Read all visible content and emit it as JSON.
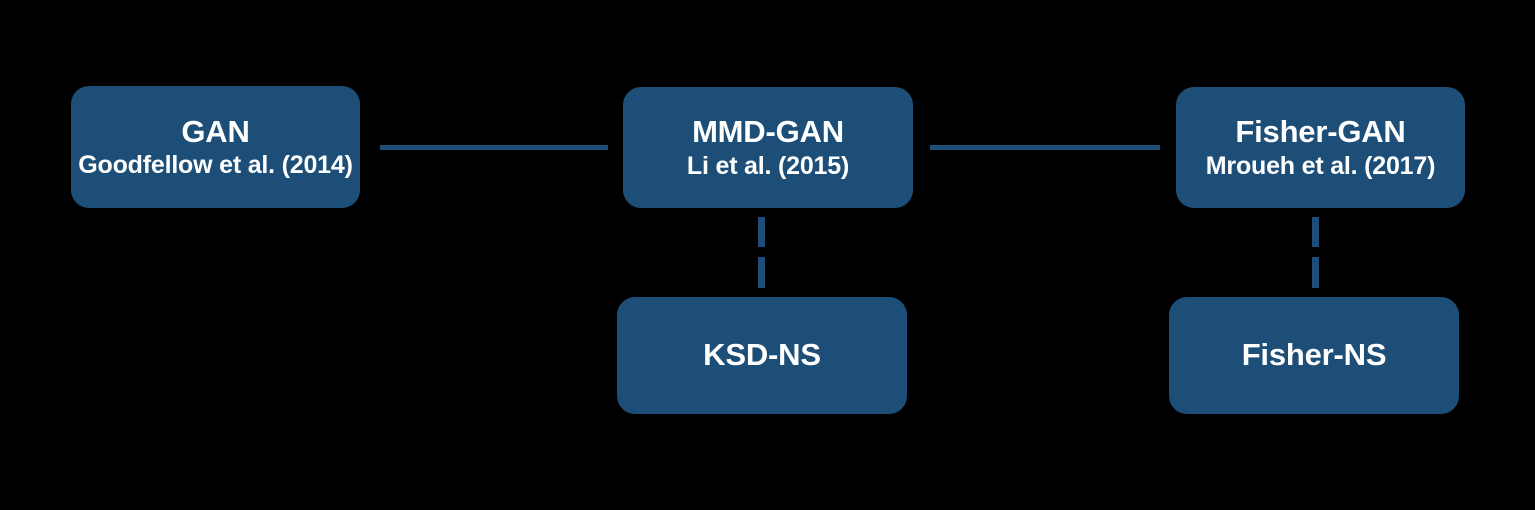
{
  "diagram": {
    "background_color": "#000000",
    "node_color": "#1C4E77",
    "text_color": "#FFFFFF",
    "nodes": [
      {
        "id": "gan",
        "title": "GAN",
        "cite": "Goodfellow et al. (2014)"
      },
      {
        "id": "mmd-gan",
        "title": "MMD-GAN",
        "cite": "Li et al. (2015)"
      },
      {
        "id": "fisher-gan",
        "title": "Fisher-GAN",
        "cite": "Mroueh et al. (2017)"
      },
      {
        "id": "ksd-ns",
        "title": "KSD-NS",
        "cite": ""
      },
      {
        "id": "fisher-ns",
        "title": "Fisher-NS",
        "cite": ""
      }
    ],
    "edges": [
      {
        "from": "gan",
        "to": "mmd-gan",
        "style": "solid",
        "orientation": "horizontal"
      },
      {
        "from": "mmd-gan",
        "to": "fisher-gan",
        "style": "solid",
        "orientation": "horizontal"
      },
      {
        "from": "mmd-gan",
        "to": "ksd-ns",
        "style": "dashed",
        "orientation": "vertical"
      },
      {
        "from": "fisher-gan",
        "to": "fisher-ns",
        "style": "dashed",
        "orientation": "vertical"
      }
    ]
  }
}
